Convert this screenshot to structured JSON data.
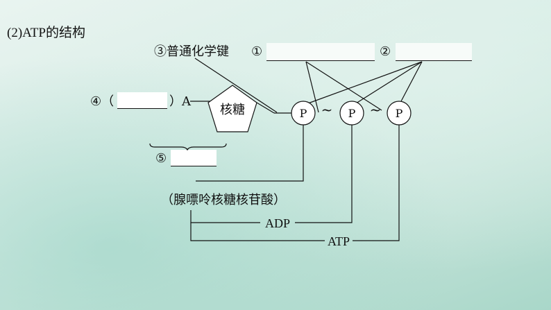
{
  "title": "(2)ATP的结构",
  "labels": {
    "bond_label": "③普通化学键",
    "blank1_marker": "①",
    "blank2_marker": "②",
    "blank4_marker": "④（",
    "blank4_close": "）A",
    "blank5_marker": "⑤",
    "sugar": "核糖",
    "phosphate": "P",
    "tilde": "~",
    "nucleotide": "（腺嘌呤核糖核苷酸）",
    "adp": "ADP",
    "atp": "ATP"
  }
}
